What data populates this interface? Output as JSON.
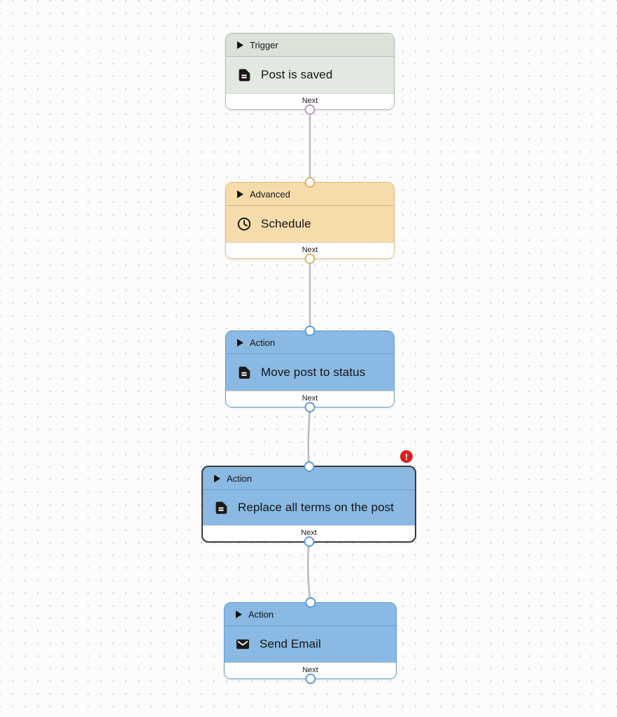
{
  "canvas": {
    "background_color": "#fcfcfc",
    "dot_color": "#d9d9d9",
    "connector_color": "#b9b9b9"
  },
  "error_badge": {
    "symbol": "!",
    "color": "#d92121"
  },
  "nodes": [
    {
      "category": "Trigger",
      "title": "Post is saved",
      "footer_label": "Next",
      "icon": "document-icon",
      "selected": false,
      "has_error": false,
      "theme": {
        "header_bg": "#dbe3d9",
        "body_bg": "#e2e9e0",
        "border": "#aebbac",
        "divider": "#b6c0b4",
        "port_border": "#bf97c6"
      }
    },
    {
      "category": "Advanced",
      "title": "Schedule",
      "footer_label": "Next",
      "icon": "clock-icon",
      "selected": false,
      "has_error": false,
      "theme": {
        "header_bg": "#f5dcaa",
        "body_bg": "#f5dcaa",
        "border": "#dcbd76",
        "divider": "#d2b77c",
        "port_border": "#d8b269"
      }
    },
    {
      "category": "Action",
      "title": "Move post to status",
      "footer_label": "Next",
      "icon": "document-icon",
      "selected": false,
      "has_error": false,
      "theme": {
        "header_bg": "#8ab9e3",
        "body_bg": "#8ab9e3",
        "border": "#5f9bcf",
        "divider": "#6f9ec9",
        "port_border": "#5f9bcf"
      }
    },
    {
      "category": "Action",
      "title": "Replace all terms on the post",
      "footer_label": "Next",
      "icon": "document-icon",
      "selected": true,
      "has_error": true,
      "error_symbol": "!",
      "theme": {
        "header_bg": "#8ab9e3",
        "body_bg": "#8ab9e3",
        "border": "#3c3c3c",
        "divider": "#6f9ec9",
        "port_border": "#5f9bcf"
      }
    },
    {
      "category": "Action",
      "title": "Send Email",
      "footer_label": "Next",
      "icon": "envelope-icon",
      "selected": false,
      "has_error": false,
      "theme": {
        "header_bg": "#8ab9e3",
        "body_bg": "#8ab9e3",
        "border": "#5f9bcf",
        "divider": "#6f9ec9",
        "port_border": "#5f9bcf"
      }
    }
  ],
  "edges": [
    {
      "from": "Post is saved",
      "to": "Schedule"
    },
    {
      "from": "Schedule",
      "to": "Move post to status"
    },
    {
      "from": "Move post to status",
      "to": "Replace all terms on the post"
    },
    {
      "from": "Replace all terms on the post",
      "to": "Send Email"
    }
  ]
}
